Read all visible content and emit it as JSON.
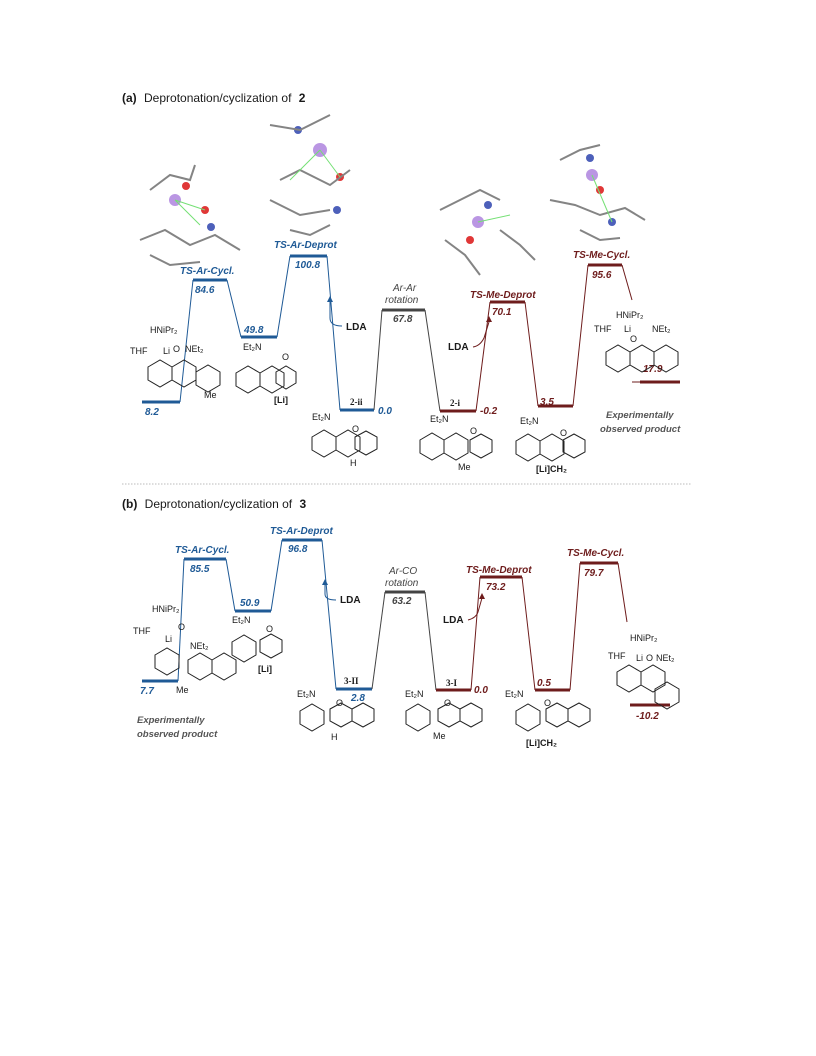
{
  "colors": {
    "blue": "#1f5a96",
    "red": "#6e1c1c",
    "gray": "#444444",
    "divider": "#bbbbbb"
  },
  "panel_a": {
    "label": "(a)",
    "title_prefix": "Deprotonation/cyclization of",
    "title_num": "2",
    "states": {
      "start": "8.2",
      "ts_ar_cycl_label": "TS-Ar-Cycl.",
      "ts_ar_cycl": "84.6",
      "int1": "49.8",
      "ts_ar_deprot_label": "TS-Ar-Deprot",
      "ts_ar_deprot": "100.8",
      "i2ii_label": "2-ii",
      "i2ii": "0.0",
      "rot_label_1": "Ar-Ar",
      "rot_label_2": "rotation",
      "rot": "67.8",
      "i2i_label": "2-i",
      "i2i": "-0.2",
      "ts_me_deprot_label": "TS-Me-Deprot",
      "ts_me_deprot": "70.1",
      "int_me": "3.5",
      "ts_me_cycl_label": "TS-Me-Cycl.",
      "ts_me_cycl": "95.6",
      "end": "17.9"
    },
    "lda": "LDA",
    "note_1": "Experimentally",
    "note_2": "observed product"
  },
  "panel_b": {
    "label": "(b)",
    "title_prefix": "Deprotonation/cyclization of",
    "title_num": "3",
    "states": {
      "start": "7.7",
      "ts_ar_cycl_label": "TS-Ar-Cycl.",
      "ts_ar_cycl": "85.5",
      "int1": "50.9",
      "ts_ar_deprot_label": "TS-Ar-Deprot",
      "ts_ar_deprot": "96.8",
      "i3ii_label": "3-II",
      "i3ii": "2.8",
      "rot_label_1": "Ar-CO",
      "rot_label_2": "rotation",
      "rot": "63.2",
      "i3i_label": "3-I",
      "i3i": "0.0",
      "ts_me_deprot_label": "TS-Me-Deprot",
      "ts_me_deprot": "73.2",
      "int_me": "0.5",
      "ts_me_cycl_label": "TS-Me-Cycl.",
      "ts_me_cycl": "79.7",
      "end": "-10.2"
    },
    "lda": "LDA",
    "note_1": "Experimentally",
    "note_2": "observed product"
  },
  "chem": {
    "hn": "HNiPr₂",
    "thf": "THF",
    "li": "Li",
    "o": "O",
    "net2": "NEt₂",
    "et2n": "Et₂N",
    "me": "Me",
    "li_br": "[Li]",
    "h": "H",
    "lich2": "[Li]CH₂"
  }
}
